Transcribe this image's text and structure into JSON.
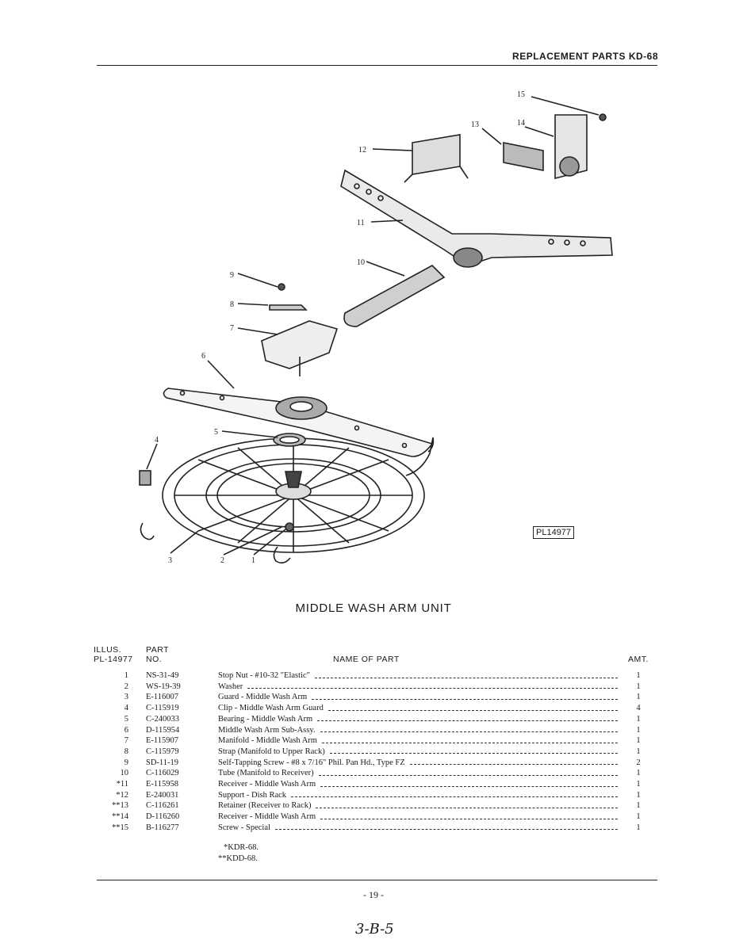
{
  "header": {
    "title": "REPLACEMENT PARTS KD-68"
  },
  "figure": {
    "code": "PL14977",
    "callouts": [
      "1",
      "2",
      "3",
      "4",
      "5",
      "6",
      "7",
      "8",
      "9",
      "10",
      "11",
      "12",
      "13",
      "14",
      "15"
    ]
  },
  "section_title": "MIDDLE WASH ARM UNIT",
  "table_headers": {
    "illus_line1": "ILLUS.",
    "illus_line2": "PL-14977",
    "part_line1": "PART",
    "part_line2": "NO.",
    "name": "NAME OF PART",
    "amt": "AMT."
  },
  "parts": [
    {
      "illus": "1",
      "part": "NS-31-49",
      "name": "Stop Nut - #10-32 \"Elastic\"",
      "amt": "1"
    },
    {
      "illus": "2",
      "part": "WS-19-39",
      "name": "Washer",
      "amt": "1"
    },
    {
      "illus": "3",
      "part": "E-116007",
      "name": "Guard - Middle Wash Arm",
      "amt": "1"
    },
    {
      "illus": "4",
      "part": "C-115919",
      "name": "Clip - Middle Wash Arm Guard",
      "amt": "4"
    },
    {
      "illus": "5",
      "part": "C-240033",
      "name": "Bearing - Middle Wash Arm",
      "amt": "1"
    },
    {
      "illus": "6",
      "part": "D-115954",
      "name": "Middle Wash Arm Sub-Assy.",
      "amt": "1"
    },
    {
      "illus": "7",
      "part": "E-115907",
      "name": "Manifold - Middle Wash Arm",
      "amt": "1"
    },
    {
      "illus": "8",
      "part": "C-115979",
      "name": "Strap (Manifold to Upper Rack)",
      "amt": "1"
    },
    {
      "illus": "9",
      "part": "SD-11-19",
      "name": "Self-Tapping Screw - #8 x 7/16\" Phil. Pan Hd., Type FZ",
      "amt": "2"
    },
    {
      "illus": "10",
      "part": "C-116029",
      "name": "Tube (Manifold to Receiver)",
      "amt": "1"
    },
    {
      "illus": "*11",
      "part": "E-115958",
      "name": "Receiver - Middle Wash Arm",
      "amt": "1"
    },
    {
      "illus": "*12",
      "part": "E-240031",
      "name": "Support - Dish Rack",
      "amt": "1"
    },
    {
      "illus": "**13",
      "part": "C-116261",
      "name": "Retainer (Receiver to Rack)",
      "amt": "1"
    },
    {
      "illus": "**14",
      "part": "D-116260",
      "name": "Receiver - Middle Wash Arm",
      "amt": "1"
    },
    {
      "illus": "**15",
      "part": "B-116277",
      "name": "Screw - Special",
      "amt": "1"
    }
  ],
  "footnotes": [
    "*KDR-68.",
    "**KDD-68."
  ],
  "page_number": "- 19 -",
  "handwritten_note": "3-B-5"
}
